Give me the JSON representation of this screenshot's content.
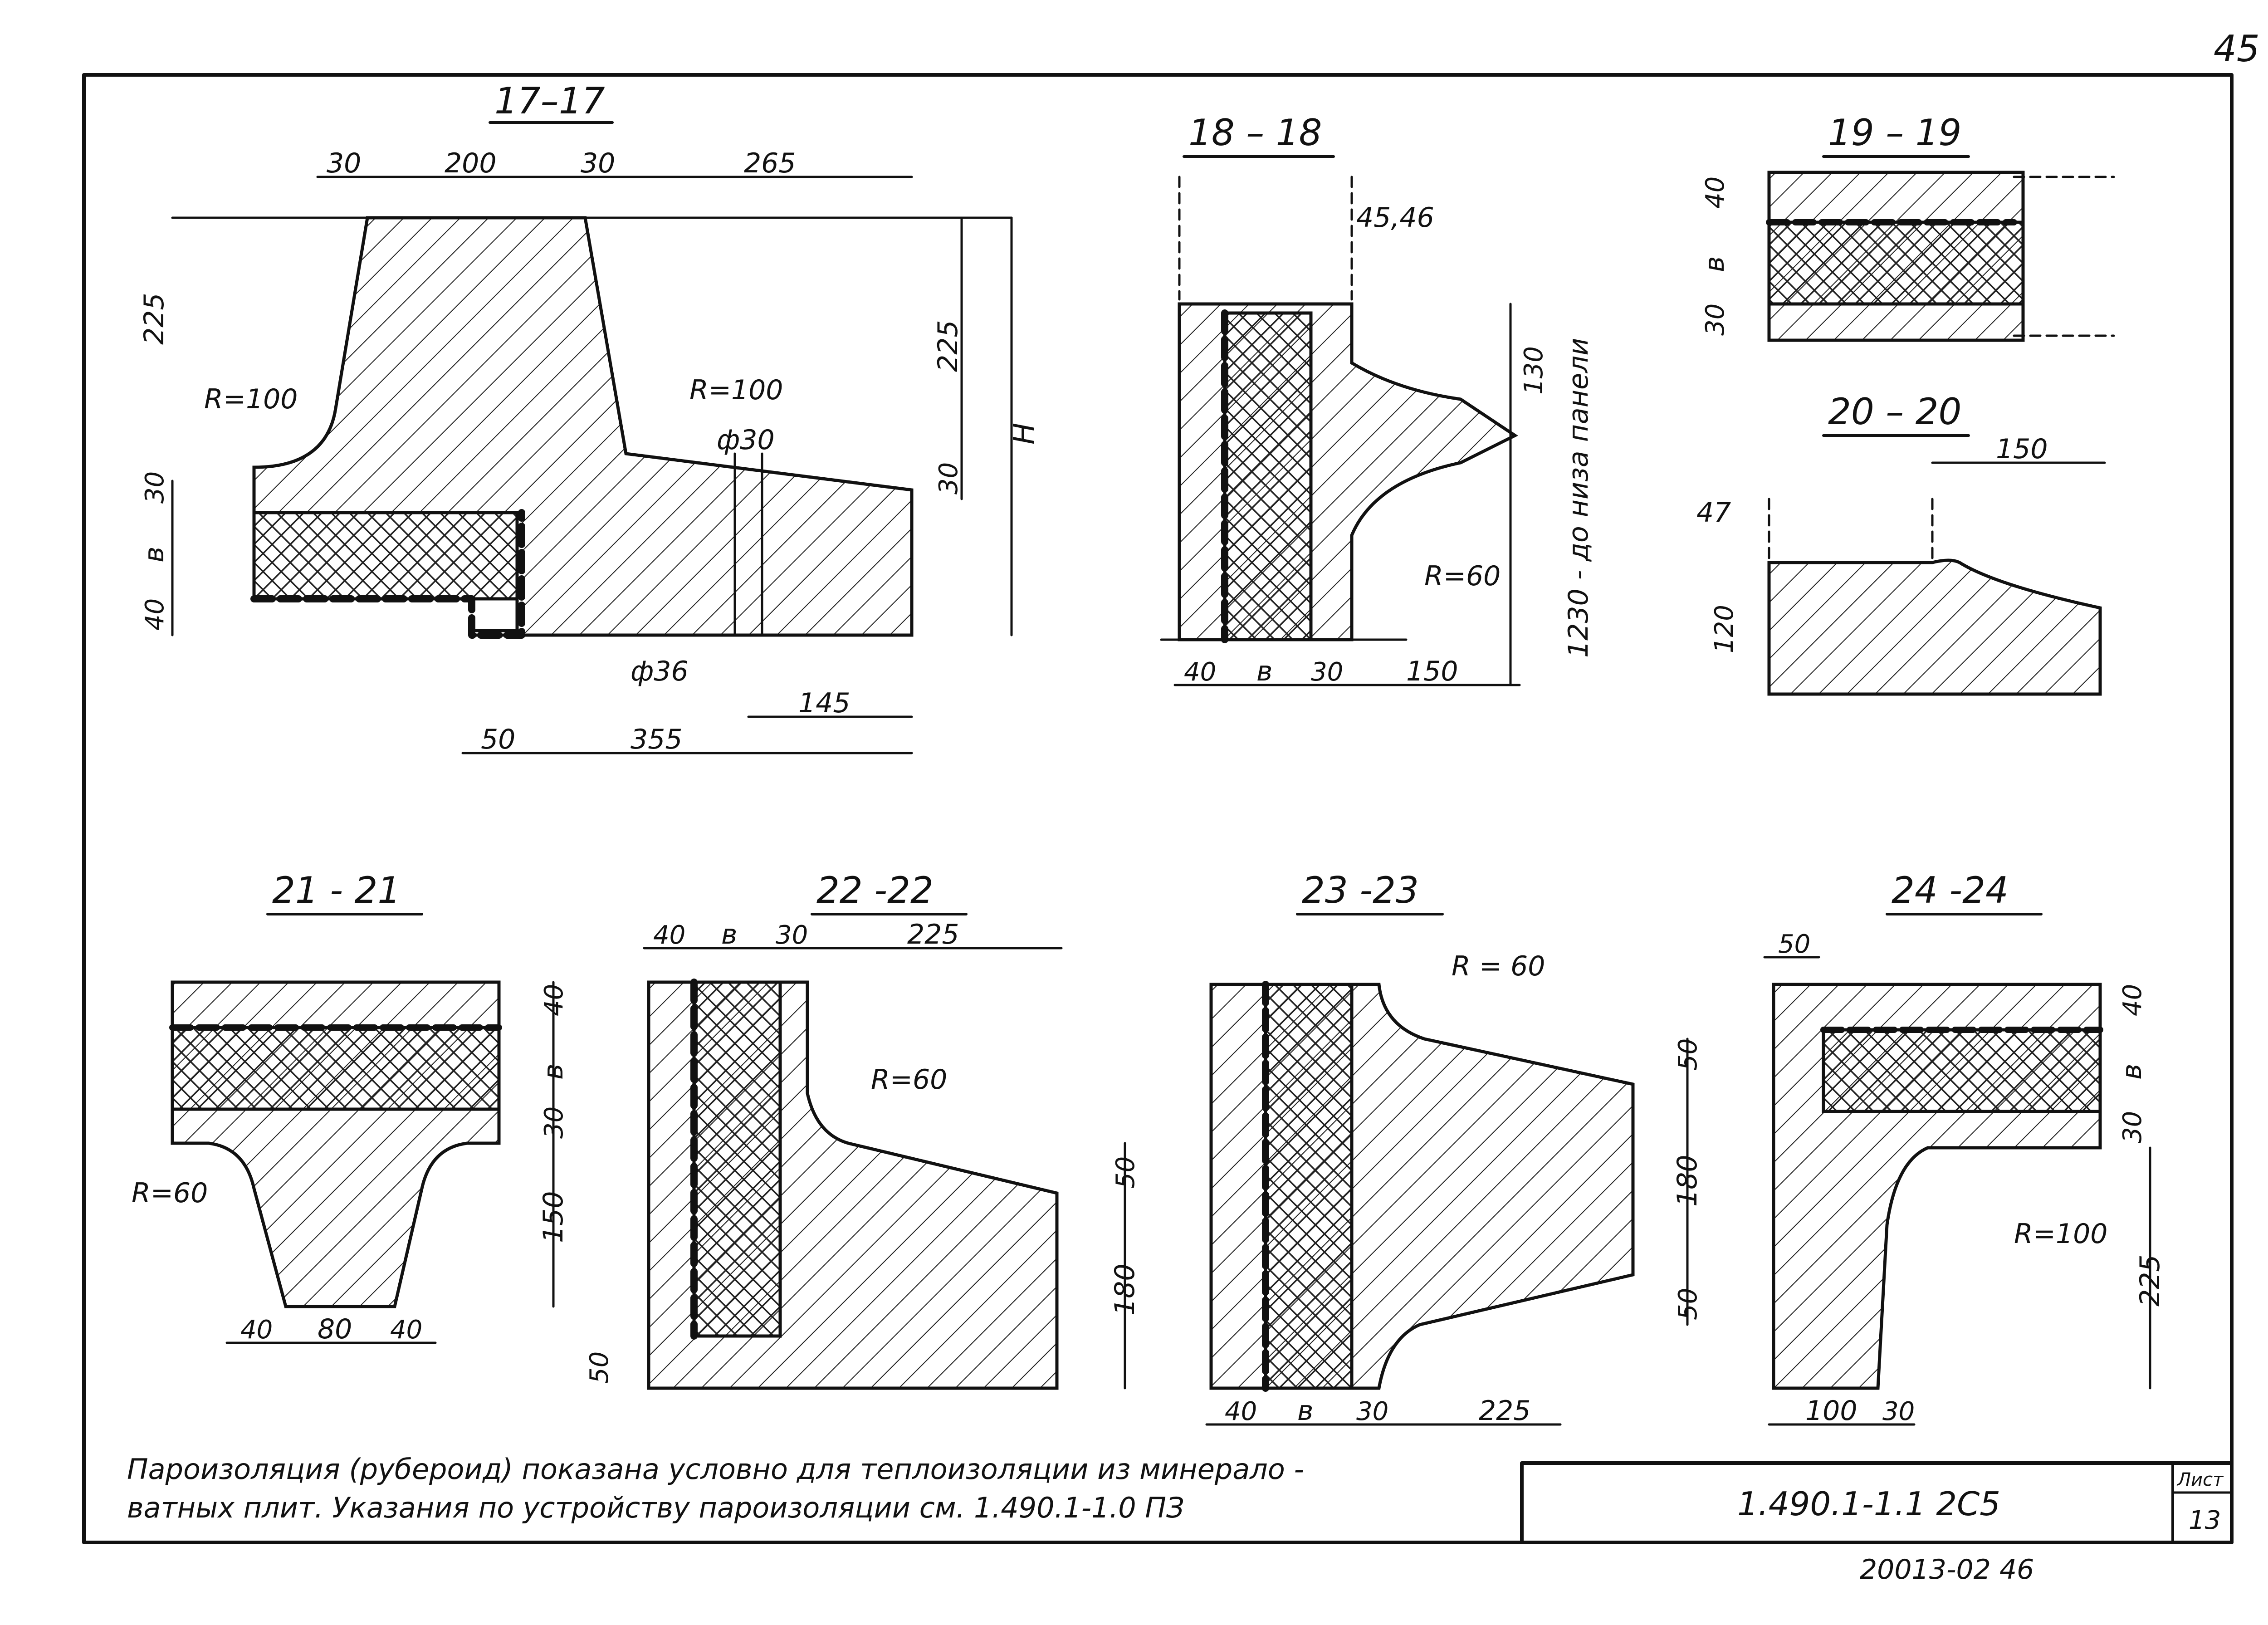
{
  "sheet": {
    "page_number": "45",
    "designation": "1.490.1-1.1 2C5",
    "sheet_label": "Лист",
    "sheet_number": "13",
    "archive_number": "20013-02  46",
    "note_line1": "Пароизоляция (рубероид) показана условно для теплоизоляции из минерало -",
    "note_line2": "ватных плит. Указания по устройству пароизоляции см. 1.490.1-1.0 ПЗ"
  },
  "sections": {
    "s17": {
      "title": "17–17",
      "dims": {
        "d30a": "30",
        "d200": "200",
        "d30b": "30",
        "d265": "265",
        "d225l": "225",
        "d225r": "225",
        "H": "H",
        "R100a": "R=100",
        "R100b": "R=100",
        "phi30": "ф30",
        "phi36": "ф36",
        "d30c": "30",
        "d30d": "30",
        "b": "в",
        "d40": "40",
        "d145": "145",
        "d50": "50",
        "d355": "355"
      }
    },
    "s18": {
      "title": "18 – 18",
      "dims": {
        "ref": "45,46",
        "d130": "130",
        "vert": "1230 - до низа панели",
        "R60": "R=60",
        "d40": "40",
        "b": "в",
        "d30": "30",
        "d150": "150"
      }
    },
    "s19": {
      "title": "19 – 19",
      "dims": {
        "d40": "40",
        "b": "в",
        "d30": "30"
      }
    },
    "s20": {
      "title": "20 – 20",
      "dims": {
        "d150": "150",
        "d47": "47",
        "d120": "120"
      }
    },
    "s21": {
      "title": "21 - 21",
      "dims": {
        "d40": "40",
        "b": "в",
        "d30": "30",
        "d150": "150",
        "R60": "R=60",
        "d40a": "40",
        "d80": "80",
        "d40b": "40"
      }
    },
    "s22": {
      "title": "22 -22",
      "dims": {
        "d40": "40",
        "b": "в",
        "d30": "30",
        "d225": "225",
        "R60": "R=60",
        "d50": "50",
        "d180": "180",
        "d50b": "50"
      }
    },
    "s23": {
      "title": "23 -23",
      "dims": {
        "R60": "R = 60",
        "d50a": "50",
        "d180": "180",
        "d50b": "50",
        "d40": "40",
        "b": "в",
        "d30": "30",
        "d225": "225"
      }
    },
    "s24": {
      "title": "24 -24",
      "dims": {
        "d50": "50",
        "d40": "40",
        "b": "в",
        "d30": "30",
        "R100": "R=100",
        "d225": "225",
        "d100": "100",
        "d30b": "30"
      }
    }
  }
}
